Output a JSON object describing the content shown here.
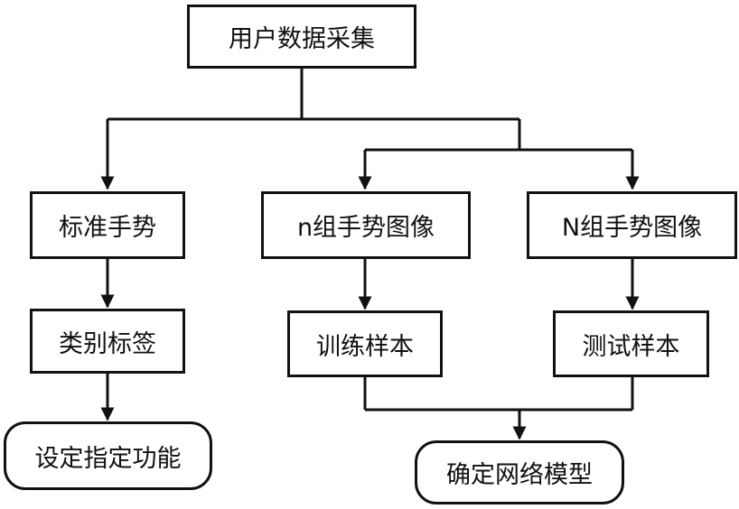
{
  "nodes": {
    "data_collection": "用户数据采集",
    "standard_gesture": "标准手势",
    "n_gesture_images": "n组手势图像",
    "N_gesture_images": "N组手势图像",
    "category_label": "类别标签",
    "training_samples": "训练样本",
    "test_samples": "测试样本",
    "set_function": "设定指定功能",
    "determine_model": "确定网络模型"
  }
}
